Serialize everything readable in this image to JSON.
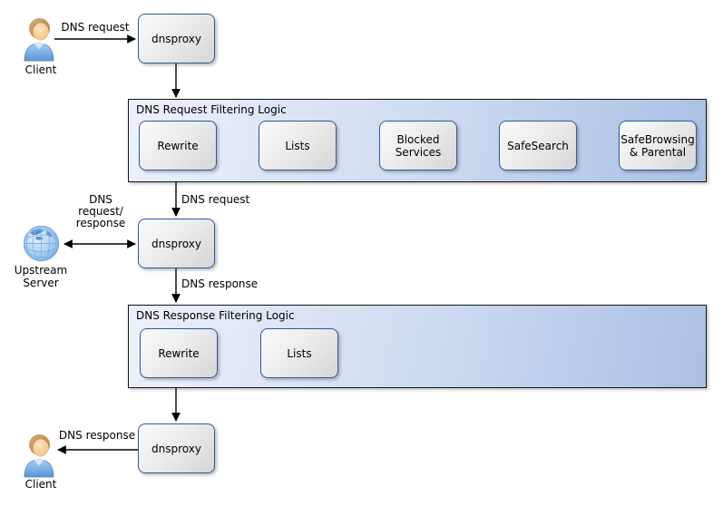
{
  "actors": {
    "client_top": {
      "label": "Client"
    },
    "client_bottom": {
      "label": "Client"
    },
    "upstream_server": {
      "label": "Upstream\nServer"
    }
  },
  "proxies": {
    "top": {
      "label": "dnsproxy"
    },
    "middle": {
      "label": "dnsproxy"
    },
    "bottom": {
      "label": "dnsproxy"
    }
  },
  "request_pipeline": {
    "title": "DNS Request Filtering Logic",
    "stages": [
      "Rewrite",
      "Lists",
      "Blocked Services",
      "SafeSearch",
      "SafeBrowsing & Parental"
    ]
  },
  "response_pipeline": {
    "title": "DNS Response Filtering Logic",
    "stages": [
      "Rewrite",
      "Lists"
    ]
  },
  "edge_labels": {
    "client_to_proxy": "DNS request",
    "pipeline_to_proxy": "DNS request",
    "upstream_exchange": "DNS\nrequest/\nresponse",
    "proxy_response_out": "DNS response",
    "proxy_to_client": "DNS response"
  },
  "colors": {
    "node_border": "#2d5b9d",
    "node_fill_light": "#fbfbfb",
    "node_fill_dark": "#d6d6d6",
    "pipeline_fill_left": "#edf1fb",
    "pipeline_fill_right": "#aac0e4",
    "pipeline_border": "#141414",
    "arrow": "#000000"
  }
}
